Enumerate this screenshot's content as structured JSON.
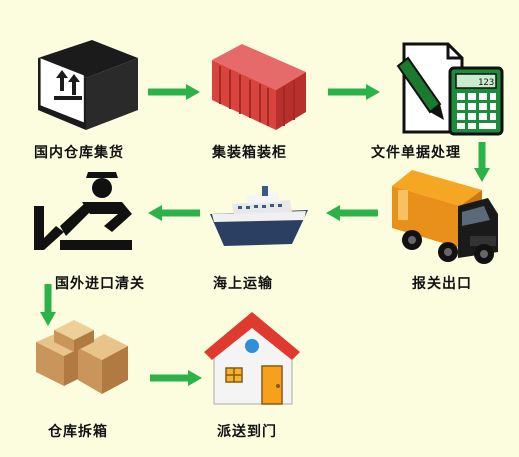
{
  "steps": [
    {
      "id": "warehouse-collect",
      "label": "国内仓库集货",
      "icon": "box-icon"
    },
    {
      "id": "container-loading",
      "label": "集装箱装柜",
      "icon": "container-icon"
    },
    {
      "id": "documents",
      "label": "文件单据处理",
      "icon": "document-calculator-icon"
    },
    {
      "id": "export",
      "label": "报关出口",
      "icon": "truck-icon"
    },
    {
      "id": "shipping",
      "label": "海上运输",
      "icon": "ship-icon"
    },
    {
      "id": "import-clearance",
      "label": "国外进口清关",
      "icon": "customs-officer-icon"
    },
    {
      "id": "warehouse-unpack",
      "label": "仓库拆箱",
      "icon": "boxes-icon"
    },
    {
      "id": "delivery",
      "label": "派送到门",
      "icon": "house-icon"
    }
  ],
  "arrow_color": "#2bb34a",
  "calculator_display": "123"
}
